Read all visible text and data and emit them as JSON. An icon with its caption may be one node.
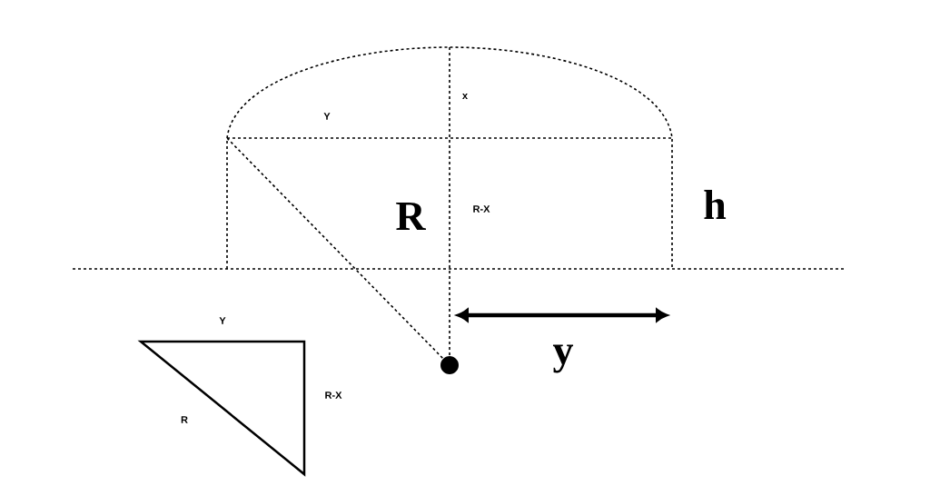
{
  "diagram": {
    "labels": [
      "x",
      "Y",
      "R",
      "R-X",
      "h",
      "y",
      "Y",
      "R-X",
      "R"
    ]
  }
}
